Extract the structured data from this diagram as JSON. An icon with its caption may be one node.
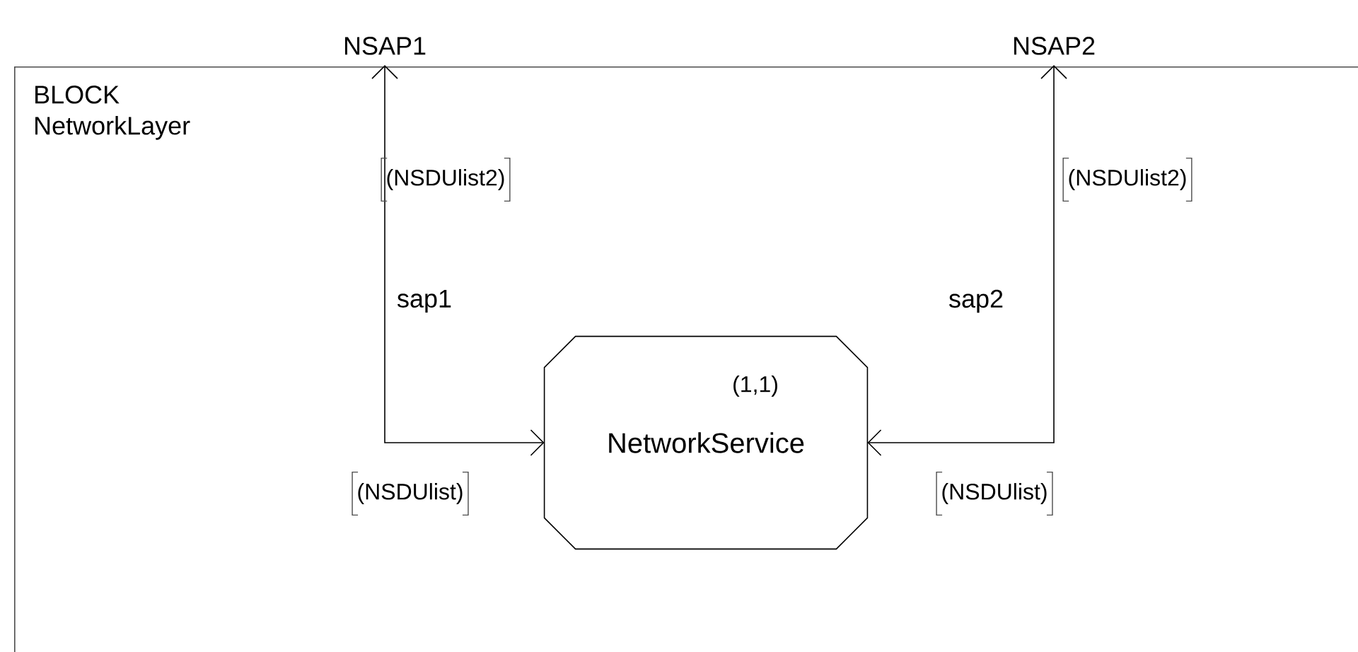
{
  "diagram": {
    "nodes": [
      {
        "text": [
          "BLOCK NetworkLayer"
        ]
      },
      {
        "text": [
          "NSAP1"
        ]
      },
      {
        "text": [
          "(1,1)",
          "NetworkService"
        ],
        "in": 0
      },
      {
        "text": [
          "NSAP2"
        ]
      }
    ],
    "edges": [
      {
        "from": 2,
        "to": 1,
        "arrow": "both",
        "label": "sap1"
      },
      {
        "from": 2,
        "to": 3,
        "arrow": "both",
        "label": "sap2"
      }
    ],
    "labels": [
      "(NSDUlist2)",
      "(NSDUlist2)",
      "(NSDUlist)",
      "(NSDUlist)"
    ]
  }
}
